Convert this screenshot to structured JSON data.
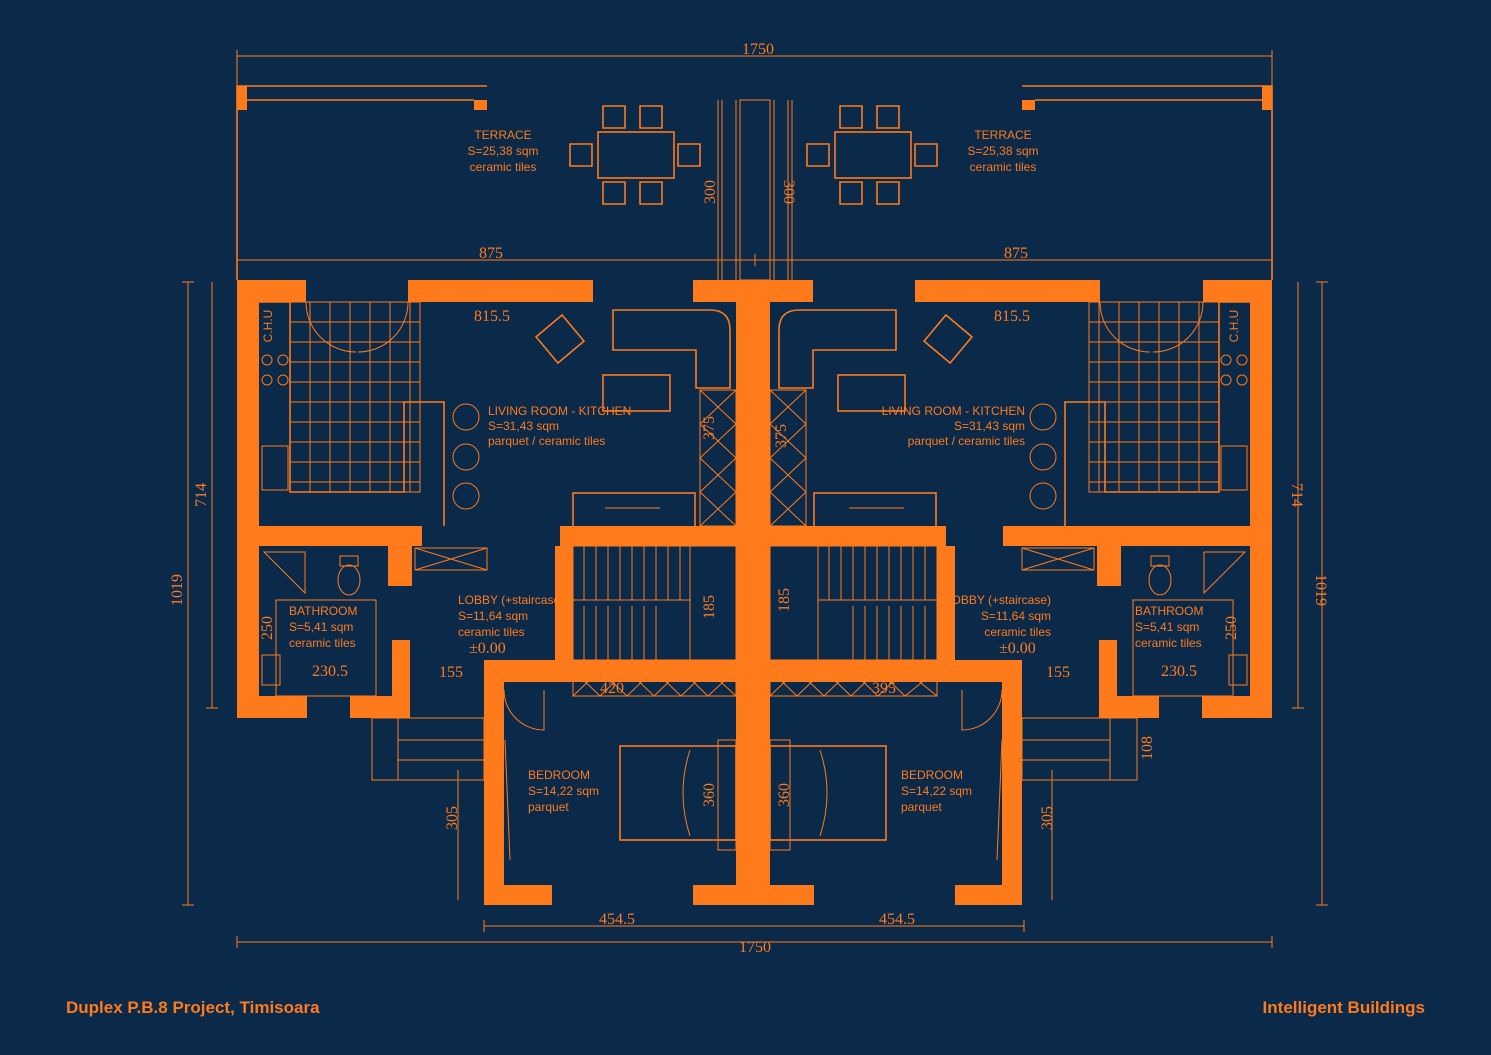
{
  "project_title": "Duplex P.B.8 Project, Timisoara",
  "company": "Intelligent Buildings",
  "colors": {
    "background": "#0b2a4a",
    "lines": "#ff7a1a"
  },
  "dimensions": {
    "total_width_top": "1750",
    "total_width_bottom": "1750",
    "terrace_width_left": "875",
    "terrace_width_right": "875",
    "terrace_depth_left": "300",
    "terrace_depth_right": "300",
    "living_width_left": "815.5",
    "living_width_right": "815.5",
    "upper_depth_left": "714",
    "upper_depth_right": "714",
    "total_depth_left": "1019",
    "total_depth_right": "1019",
    "stair_run_left": "375",
    "stair_run_right": "375",
    "stair_width_left": "185",
    "stair_width_right": "185",
    "bath_depth_left": "250",
    "bath_depth_right": "250",
    "bath_width_left": "230.5",
    "bath_width_right": "230.5",
    "lobby_width_left": "155",
    "lobby_width_right": "155",
    "corridor_left": "420",
    "corridor_right": "395",
    "bedroom_depth_left": "360",
    "bedroom_depth_right": "360",
    "bedroom_width_left": "454.5",
    "bedroom_width_right": "454.5",
    "entrance_depth_left": "305",
    "entrance_depth_right": "305",
    "entry_step_right": "108"
  },
  "rooms": {
    "terrace_left": {
      "name": "TERRACE",
      "area": "S=25,38 sqm",
      "finish": "ceramic tiles"
    },
    "terrace_right": {
      "name": "TERRACE",
      "area": "S=25,38 sqm",
      "finish": "ceramic tiles"
    },
    "living_left": {
      "name": "LIVING ROOM - KITCHEN",
      "area": "S=31,43 sqm",
      "finish": "parquet / ceramic tiles"
    },
    "living_right": {
      "name": "LIVING ROOM - KITCHEN",
      "area": "S=31,43 sqm",
      "finish": "parquet / ceramic tiles"
    },
    "bathroom_left": {
      "name": "BATHROOM",
      "area": "S=5,41 sqm",
      "finish": "ceramic tiles"
    },
    "bathroom_right": {
      "name": "BATHROOM",
      "area": "S=5,41 sqm",
      "finish": "ceramic tiles"
    },
    "lobby_left": {
      "name": "LOBBY (+staircase)",
      "area": "S=11,64 sqm",
      "finish": "ceramic tiles",
      "level": "±0.00"
    },
    "lobby_right": {
      "name": "LOBBY (+staircase)",
      "area": "S=11,64 sqm",
      "finish": "ceramic tiles",
      "level": "±0.00"
    },
    "bedroom_left": {
      "name": "BEDROOM",
      "area": "S=14,22 sqm",
      "finish": "parquet"
    },
    "bedroom_right": {
      "name": "BEDROOM",
      "area": "S=14,22 sqm",
      "finish": "parquet"
    }
  },
  "labels": {
    "chu_left": "C.H.U",
    "chu_right": "C.H.U"
  }
}
